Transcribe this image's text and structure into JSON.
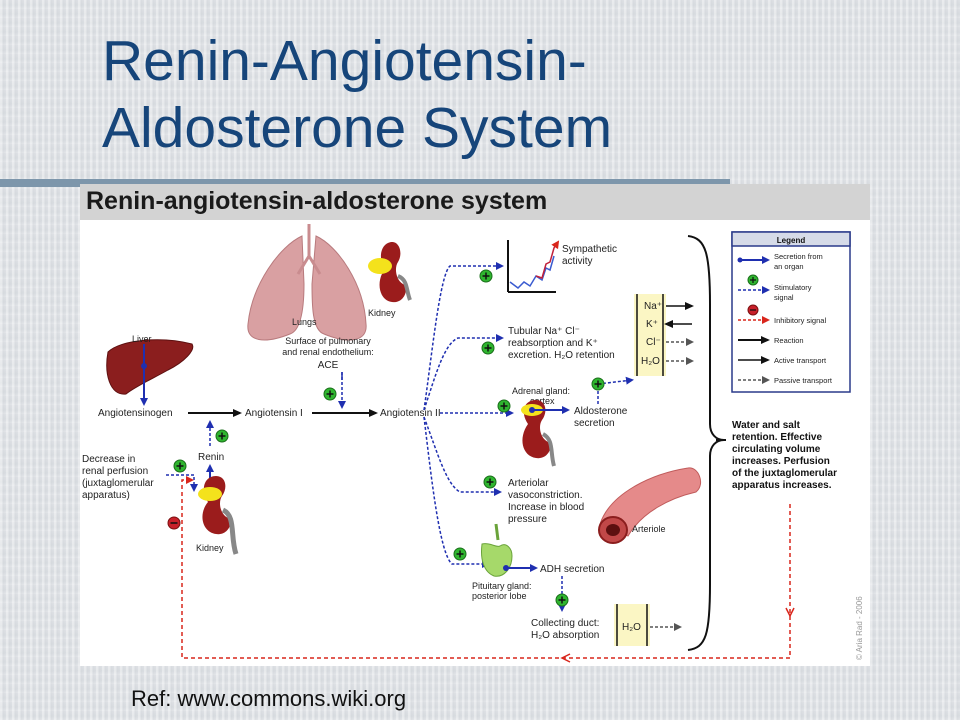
{
  "slide": {
    "title_line1": "Renin-Angiotensin-",
    "title_line2": "Aldosterone System",
    "reference": "Ref: www.commons.wiki.org"
  },
  "figure": {
    "title": "Renin-angiotensin-aldosterone system",
    "copyright": "© Aria Rad - 2006",
    "legend": {
      "title": "Legend",
      "items": [
        {
          "label": "Secretion from",
          "label2": "an organ"
        },
        {
          "label": "Stimulatory",
          "label2": "signal"
        },
        {
          "label": "Inhibitory signal",
          "label2": ""
        },
        {
          "label": "Reaction",
          "label2": ""
        },
        {
          "label": "Active transport",
          "label2": ""
        },
        {
          "label": "Passive transport",
          "label2": ""
        }
      ]
    },
    "labels": {
      "liver": "Liver",
      "angiotensinogen": "Angiotensinogen",
      "angiotensin1": "Angiotensin I",
      "angiotensin2": "Angiotensin II",
      "lungs": "Lungs",
      "kidney_top": "Kidney",
      "kidney_bottom": "Kidney",
      "surface1": "Surface of pulmonary",
      "surface2": "and renal endothelium:",
      "ace": "ACE",
      "renin": "Renin",
      "decrease1": "Decrease in",
      "decrease2": "renal perfusion",
      "decrease3": "(juxtaglomerular",
      "decrease4": "apparatus)",
      "sympathetic1": "Sympathetic",
      "sympathetic2": "activity",
      "tubular1": "Tubular Na⁺ Cl⁻",
      "tubular2": "reabsorption and K⁺",
      "tubular3": "excretion. H₂O retention",
      "adrenal1": "Adrenal gland:",
      "adrenal2": "cortex",
      "aldo1": "Aldosterone",
      "aldo2": "secretion",
      "arteriolar1": "Arteriolar",
      "arteriolar2": "vasoconstriction.",
      "arteriolar3": "Increase in blood",
      "arteriolar4": "pressure",
      "arteriole": "Arteriole",
      "pituitary1": "Pituitary gland:",
      "pituitary2": "posterior lobe",
      "adh": "ADH secretion",
      "collecting1": "Collecting duct:",
      "collecting2": "H₂O absorption",
      "water1": "Water and salt",
      "water2": "retention. Effective",
      "water3": "circulating volume",
      "water4": "increases. Perfusion",
      "water5": "of the juxtaglomerular",
      "water6": "apparatus increases.",
      "ion_na": "Na⁺",
      "ion_k": "K⁺",
      "ion_cl": "Cl⁻",
      "ion_h2o": "H₂O",
      "ion_h2o_duct": "H₂O"
    },
    "colors": {
      "stimulatory": "#1f2fb0",
      "inhibitory": "#d9261c",
      "reaction": "#111111",
      "plus_badge": "#2fb52f",
      "minus_badge": "#c8202a",
      "organ": "#9b1c1c",
      "lungs": "#d9a0a2",
      "gland": "#f4e21c"
    }
  }
}
